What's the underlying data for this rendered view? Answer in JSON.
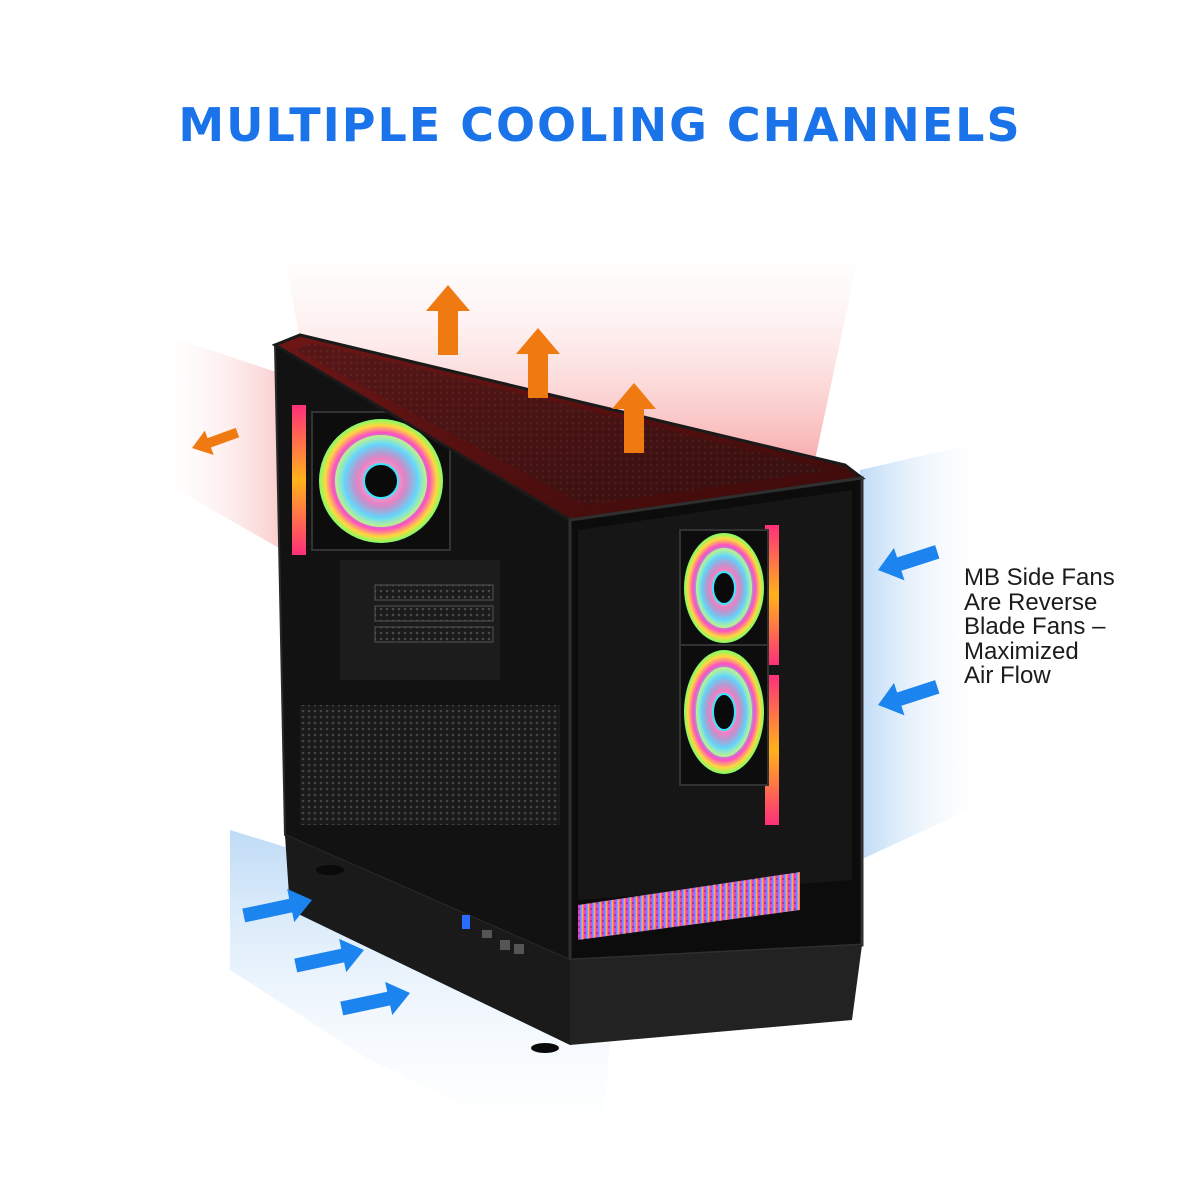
{
  "heading": "MULTIPLE COOLING CHANNELS",
  "caption_lines": [
    "MB Side Fans",
    "Are Reverse",
    "Blade Fans –",
    "Maximized",
    "Air Flow"
  ],
  "colors": {
    "heading": "#1a73e8",
    "exhaust_arrow": "#f07a12",
    "intake_arrow": "#1b84ee",
    "case_body": "#111111",
    "hot_glow": "#f26b6b",
    "cool_glow": "#a9cff3"
  },
  "icons": {
    "exhaust": "arrow-up-icon",
    "intake": "arrow-right-icon"
  }
}
